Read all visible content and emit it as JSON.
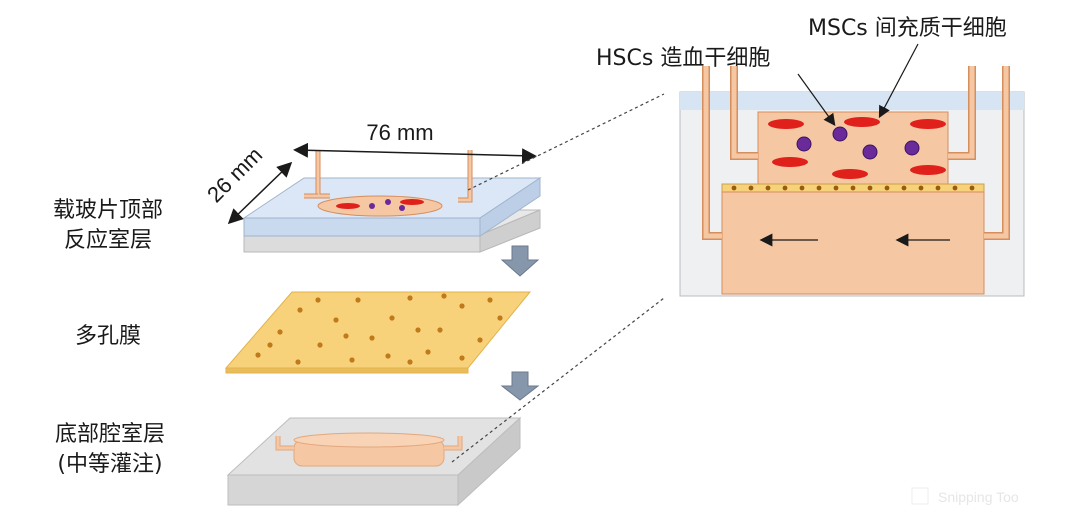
{
  "labels": {
    "top_layer_line1": "载玻片顶部",
    "top_layer_line2": "反应室层",
    "membrane": "多孔膜",
    "bottom_layer_line1": "底部腔室层",
    "bottom_layer_line2": "(中等灌注)",
    "width_dim": "76 mm",
    "depth_dim": "26 mm",
    "hsc": "HSCs 造血干细胞",
    "msc": "MSCs 间充质干细胞",
    "watermark": "Snipping Too"
  },
  "colors": {
    "glass": "#d6e4f5",
    "glass_edge": "#9fb4cc",
    "gray_slab": "#dcdcdc",
    "membrane": "#f7d27a",
    "membrane_dot": "#c07a1a",
    "chamber": "#f5c7a3",
    "chamber_edge": "#d58e5e",
    "red_cell": "#e0201a",
    "purple_cell": "#6a2a9a",
    "arrow_gray": "#8797ab"
  }
}
